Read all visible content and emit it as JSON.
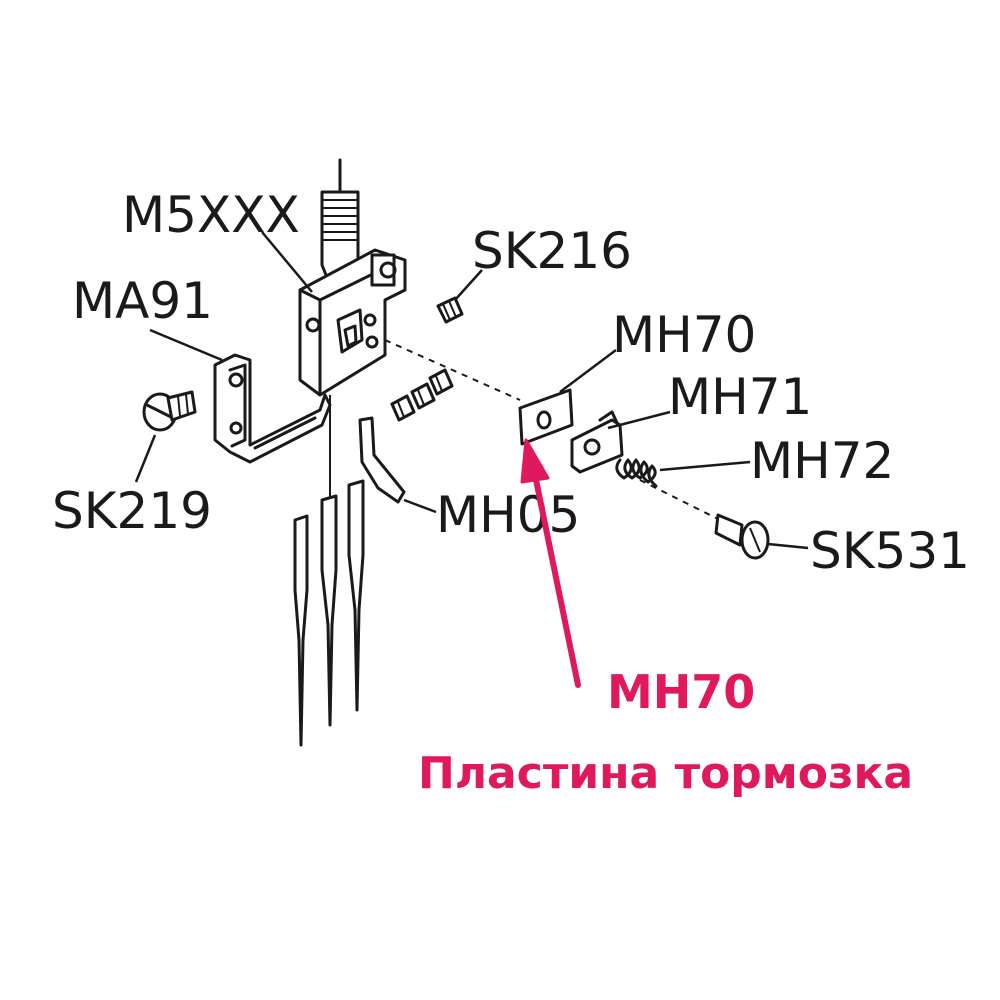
{
  "labels": {
    "m5xxx": "M5XXX",
    "sk216": "SK216",
    "ma91": "MA91",
    "mh70": "MH70",
    "mh71": "MH71",
    "mh72": "MH72",
    "sk219": "SK219",
    "mh05": "MH05",
    "sk531": "SK531"
  },
  "callout": {
    "code": "MH70",
    "name": "Пластина тормозка",
    "color": "#e0195f"
  }
}
